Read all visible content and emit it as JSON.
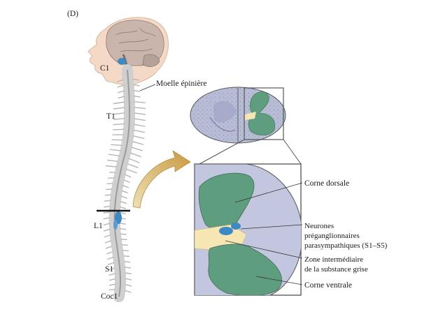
{
  "panel_label": "(D)",
  "vertebra_labels": {
    "c1": "C1",
    "t1": "T1",
    "l1": "L1",
    "s1": "S1",
    "coc1": "Coc1"
  },
  "labels": {
    "spinal_cord": "Moelle épinière",
    "dorsal_horn": "Corne dorsale",
    "neurons_line1": "Neurones",
    "neurons_line2": "préganglionnaires",
    "neurons_line3": "parasympathiques (S1–S5)",
    "intermediate_line1": "Zone intermédiaire",
    "intermediate_line2": "de la substance grise",
    "ventral_horn": "Corne ventrale"
  },
  "colors": {
    "green": "#5f9d7f",
    "yellow": "#f6e6b4",
    "blue": "#3d89c4",
    "lavender": "#c2c6de",
    "arrow": "#d6b062"
  }
}
